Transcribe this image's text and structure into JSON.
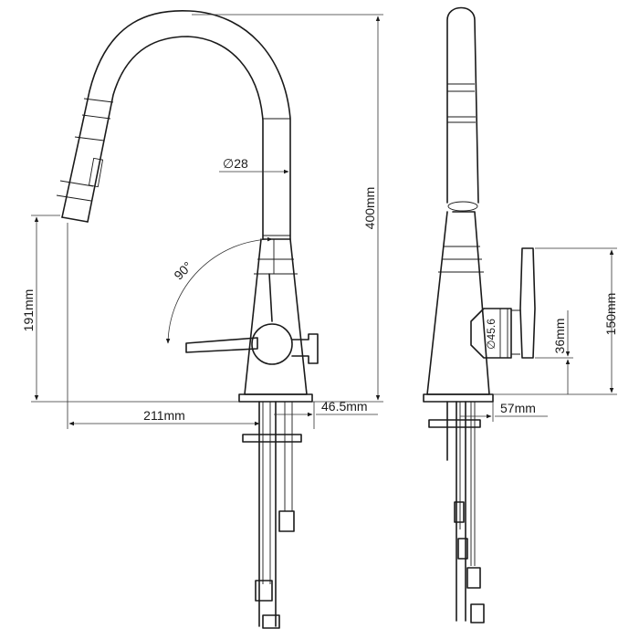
{
  "dimensions": {
    "spout_diameter": "∅28",
    "total_height": "400mm",
    "spout_height": "191mm",
    "reach": "211mm",
    "base_offset": "46.5mm",
    "rotation_angle": "90°",
    "handle_diameter": "∅45.6",
    "handle_height": "150mm",
    "handle_offset_height": "36mm",
    "side_depth": "57mm"
  },
  "colors": {
    "line": "#1a1a1a",
    "background": "#ffffff"
  }
}
